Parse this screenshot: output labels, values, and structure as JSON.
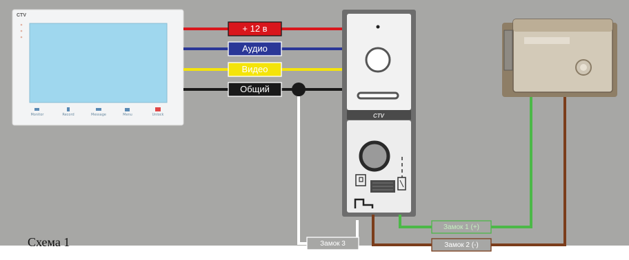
{
  "colors": {
    "background": "#a7a7a5",
    "red": "#d9161c",
    "blue": "#2a3797",
    "yellow": "#f4e40a",
    "black": "#1a1a1a",
    "white": "#ffffff",
    "green": "#4cb848",
    "brown": "#7b3d1b",
    "screen": "#9fd7ee"
  },
  "monitor": {
    "brand": "CTV",
    "buttons": [
      "Monitor",
      "Record",
      "Message",
      "Menu",
      "Unlock"
    ]
  },
  "panel": {
    "brand": "CTV"
  },
  "wires": {
    "power": "+ 12 в",
    "audio": "Аудио",
    "video": "Видео",
    "common": "Общий",
    "lock3": "Замок 3",
    "lock1": "Замок 1 (+)",
    "lock2": "Замок 2 (-)"
  },
  "caption": "Схема 1"
}
